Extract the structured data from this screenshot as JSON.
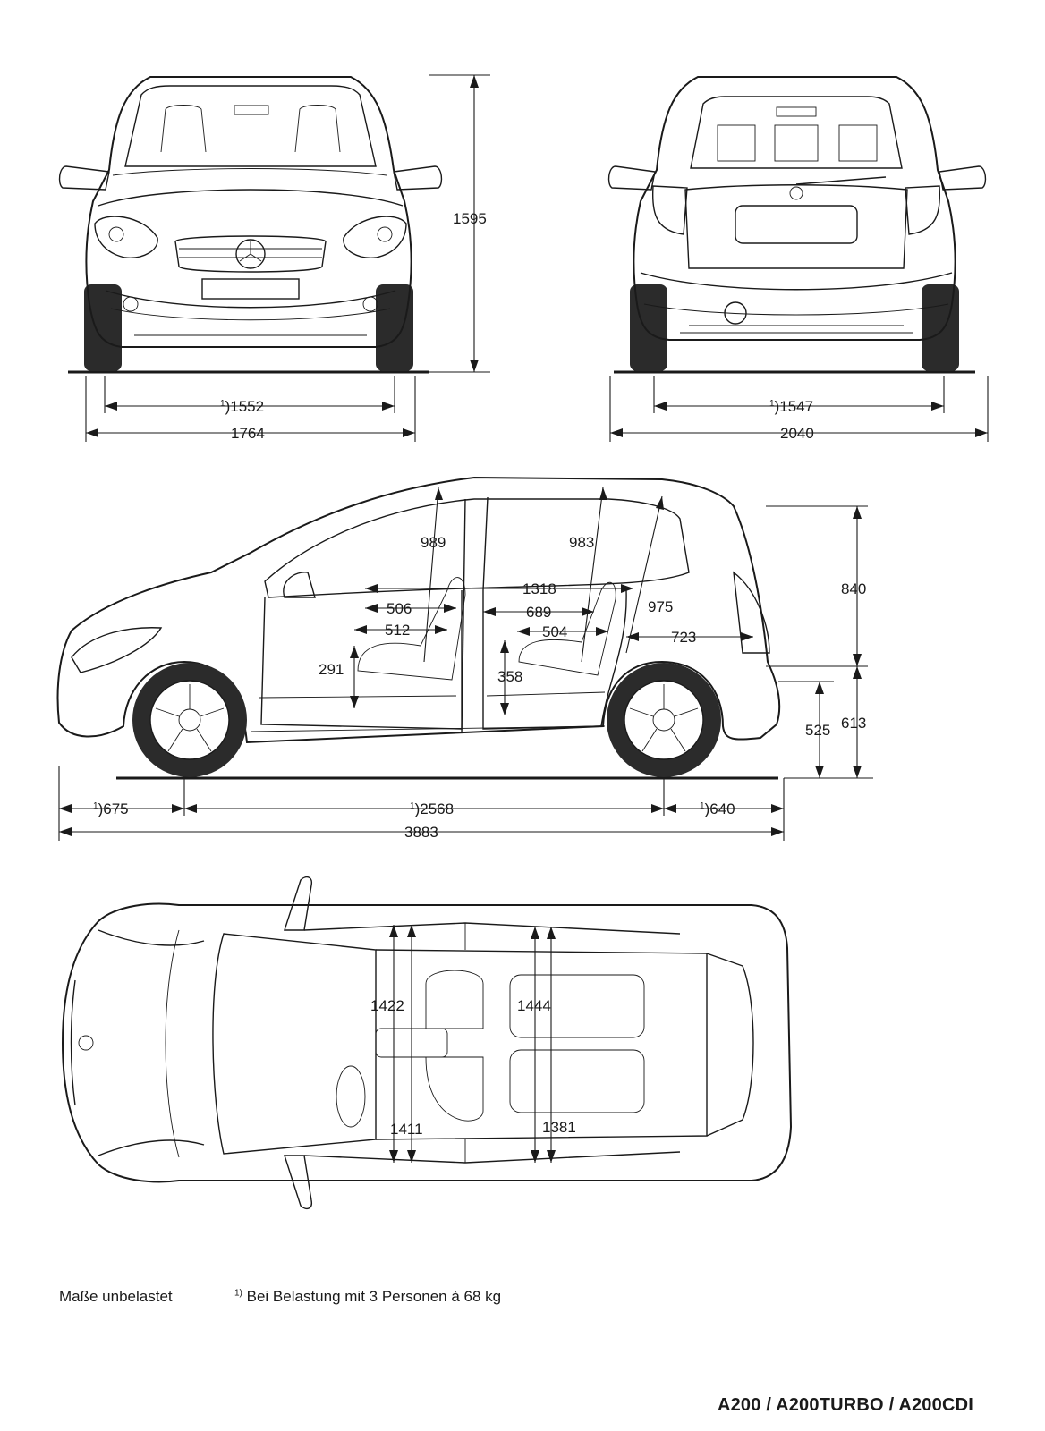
{
  "title": "A200 / A200TURBO / A200CDI",
  "notes": {
    "unladen": "Maße unbelastet",
    "footnote_marker": "1)",
    "footnote": "Bei Belastung mit 3 Personen à 68 kg"
  },
  "front_view": {
    "height": "1595",
    "track": "1552",
    "width": "1764"
  },
  "rear_view": {
    "track": "1547",
    "width_with_mirrors": "2040"
  },
  "side_view": {
    "front_headroom": "989",
    "rear_headroom": "983",
    "front_seat_depth": "506",
    "front_cushion": "512",
    "front_seat_height": "291",
    "interior_length": "1318",
    "rear_legroom": "689",
    "rear_cushion": "504",
    "rear_seat_height": "358",
    "cargo_height": "975",
    "cargo_length": "723",
    "upper_height": "840",
    "load_sill": "525",
    "lower_height": "613",
    "front_overhang": "675",
    "wheelbase": "2568",
    "rear_overhang": "640",
    "length": "3883"
  },
  "top_view": {
    "front_shoulder": "1422",
    "rear_shoulder": "1444",
    "front_elbow": "1411",
    "rear_elbow": "1381"
  }
}
